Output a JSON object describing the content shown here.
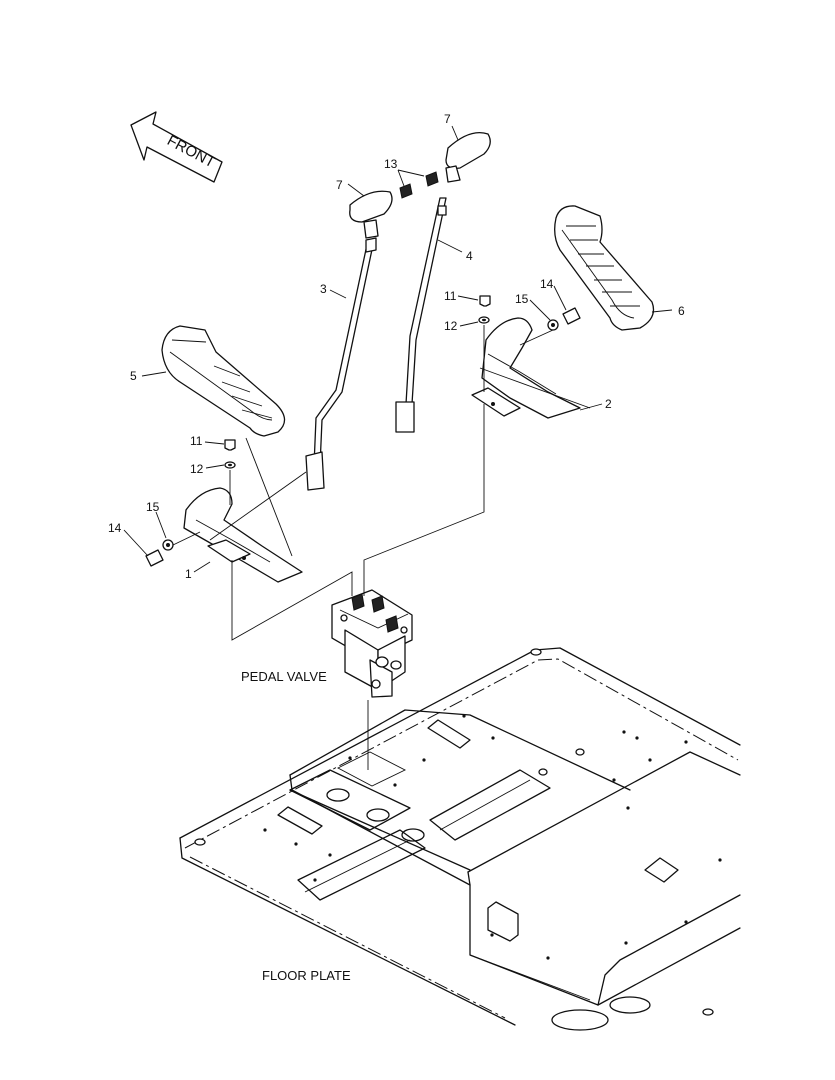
{
  "diagram": {
    "direction_label": "FRONT",
    "component_labels": {
      "pedal_valve": "PEDAL VALVE",
      "floor_plate": "FLOOR PLATE"
    },
    "callouts": [
      {
        "id": "c7a",
        "text": "7"
      },
      {
        "id": "c7b",
        "text": "7"
      },
      {
        "id": "c13",
        "text": "13"
      },
      {
        "id": "c4",
        "text": "4"
      },
      {
        "id": "c3",
        "text": "3"
      },
      {
        "id": "c11a",
        "text": "11"
      },
      {
        "id": "c12a",
        "text": "12"
      },
      {
        "id": "c14a",
        "text": "14"
      },
      {
        "id": "c15a",
        "text": "15"
      },
      {
        "id": "c6",
        "text": "6"
      },
      {
        "id": "c2",
        "text": "2"
      },
      {
        "id": "c5",
        "text": "5"
      },
      {
        "id": "c11b",
        "text": "11"
      },
      {
        "id": "c12b",
        "text": "12"
      },
      {
        "id": "c15b",
        "text": "15"
      },
      {
        "id": "c14b",
        "text": "14"
      },
      {
        "id": "c1",
        "text": "1"
      }
    ]
  }
}
